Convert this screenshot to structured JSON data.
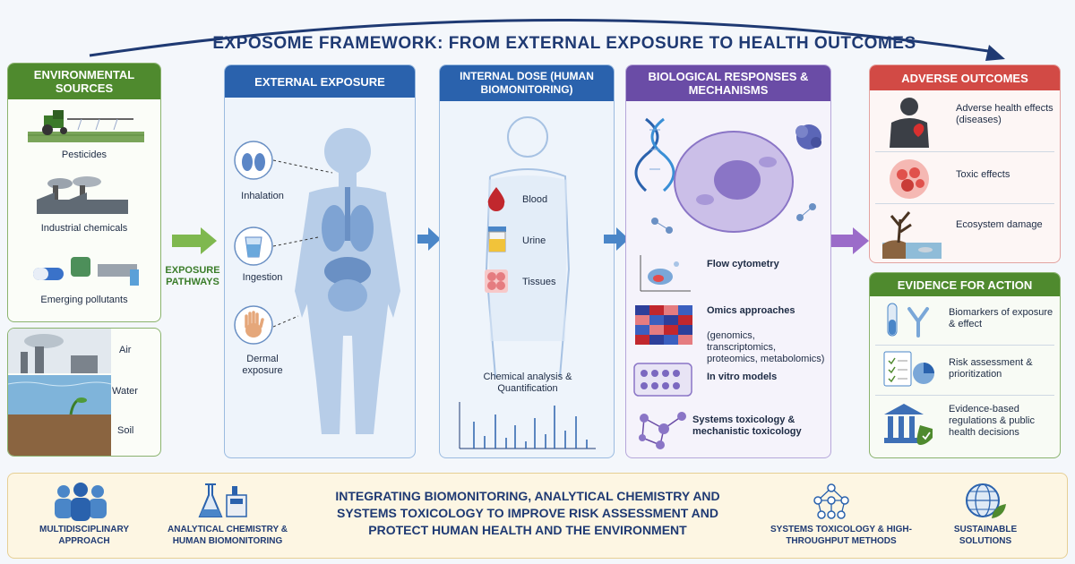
{
  "title": "EXPOSOME FRAMEWORK: FROM EXTERNAL EXPOSURE TO HEALTH OUTCOMES",
  "environmental_sources": {
    "header": "ENVIRONMENTAL SOURCES",
    "items": [
      "Pesticides",
      "Industrial chemicals",
      "Emerging pollutants"
    ],
    "media": [
      "Air",
      "Water",
      "Soil"
    ]
  },
  "exposure_pathways": "EXPOSURE PATHWAYS",
  "external_exposure": {
    "header": "EXTERNAL EXPOSURE",
    "routes": [
      "Inhalation",
      "Ingestion",
      "Dermal exposure"
    ]
  },
  "internal_dose": {
    "header": "INTERNAL DOSE (HUMAN BIOMONITORING)",
    "matrices": [
      "Blood",
      "Urine",
      "Tissues"
    ],
    "analysis": "Chemical analysis & Quantification"
  },
  "biological_responses": {
    "header": "BIOLOGICAL RESPONSES & MECHANISMS",
    "methods": [
      {
        "title": "Flow cytometry",
        "detail": ""
      },
      {
        "title": "Omics approaches",
        "detail": "(genomics, transcriptomics, proteomics, metabolomics)"
      },
      {
        "title": "In vitro models",
        "detail": ""
      },
      {
        "title": "Systems toxicology & mechanistic toxicology",
        "detail": ""
      }
    ]
  },
  "adverse_outcomes": {
    "header": "ADVERSE OUTCOMES",
    "items": [
      "Adverse health effects (diseases)",
      "Toxic effects",
      "Ecosystem damage"
    ]
  },
  "evidence_for_action": {
    "header": "EVIDENCE FOR ACTION",
    "items": [
      "Biomarkers of exposure & effect",
      "Risk assessment & prioritization",
      "Evidence-based regulations & public health decisions"
    ]
  },
  "bottom": {
    "message": "INTEGRATING BIOMONITORING, ANALYTICAL CHEMISTRY AND SYSTEMS TOXICOLOGY TO IMPROVE RISK ASSESSMENT AND PROTECT HUMAN HEALTH AND THE ENVIRONMENT",
    "features": [
      "MULTIDISCIPLINARY APPROACH",
      "ANALYTICAL CHEMISTRY & HUMAN BIOMONITORING",
      "SYSTEMS TOXICOLOGY & HIGH-THROUGHPUT METHODS",
      "SUSTAINABLE SOLUTIONS"
    ]
  },
  "colors": {
    "green": "#4f8a2e",
    "blue": "#2a62ad",
    "purple": "#6a4ca6",
    "red": "#d24a45",
    "navy": "#1f3a73"
  }
}
